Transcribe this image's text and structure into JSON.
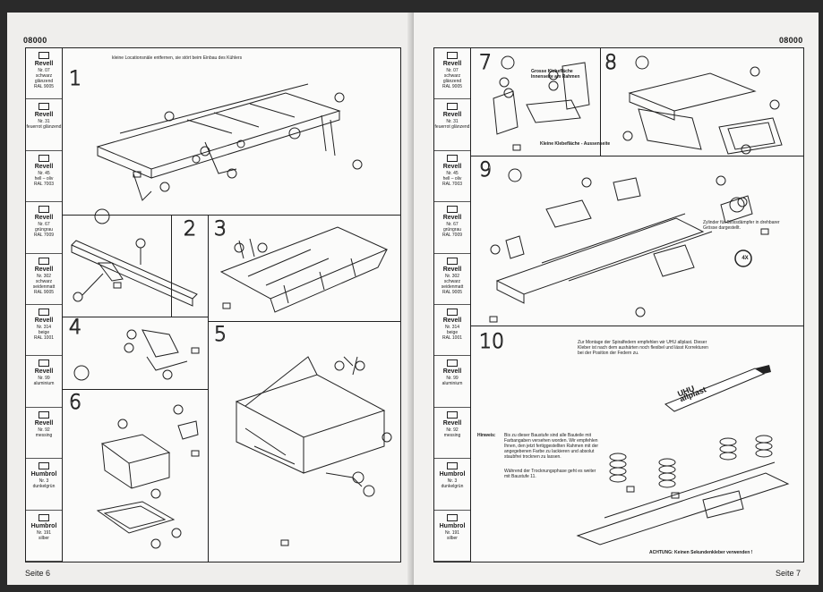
{
  "left_page": {
    "header": "08000",
    "footer": "Seite 6",
    "paints": [
      {
        "brand": "Revell",
        "nr": "Nr. 07",
        "desc": "schwarz glänzend",
        "ral": "RAL 9005"
      },
      {
        "brand": "Revell",
        "nr": "Nr. 31",
        "desc": "feuerrot glänzend",
        "ral": ""
      },
      {
        "brand": "Revell",
        "nr": "Nr. 45",
        "desc": "hell – oliv",
        "ral": "RAL 7003"
      },
      {
        "brand": "Revell",
        "nr": "Nr. 67",
        "desc": "grüngrau",
        "ral": "RAL 7009"
      },
      {
        "brand": "Revell",
        "nr": "Nr. 302",
        "desc": "schwarz seidenmatt",
        "ral": "RAL 9005"
      },
      {
        "brand": "Revell",
        "nr": "Nr. 314",
        "desc": "beige",
        "ral": "RAL 1001"
      },
      {
        "brand": "Revell",
        "nr": "Nr. 99",
        "desc": "aluminium",
        "ral": ""
      },
      {
        "brand": "Revell",
        "nr": "Nr. 92",
        "desc": "messing",
        "ral": ""
      },
      {
        "brand": "Humbrol",
        "nr": "Nr. 3",
        "desc": "dunkelgrün",
        "ral": ""
      },
      {
        "brand": "Humbrol",
        "nr": "Nr. 191",
        "desc": "silber",
        "ral": ""
      }
    ],
    "steps": {
      "s1": {
        "num": "1",
        "note": "kleine Locationsnäle entfernen, sie stört beim Einbau des Kühlers"
      },
      "s2": {
        "num": "2"
      },
      "s3": {
        "num": "3"
      },
      "s4": {
        "num": "4"
      },
      "s5": {
        "num": "5"
      },
      "s6": {
        "num": "6"
      }
    }
  },
  "right_page": {
    "header": "08000",
    "footer": "Seite 7",
    "paints": [
      {
        "brand": "Revell",
        "nr": "Nr. 07",
        "desc": "schwarz glänzend",
        "ral": "RAL 9005"
      },
      {
        "brand": "Revell",
        "nr": "Nr. 31",
        "desc": "feuerrot glänzend",
        "ral": ""
      },
      {
        "brand": "Revell",
        "nr": "Nr. 45",
        "desc": "hell – oliv",
        "ral": "RAL 7003"
      },
      {
        "brand": "Revell",
        "nr": "Nr. 67",
        "desc": "grüngrau",
        "ral": "RAL 7009"
      },
      {
        "brand": "Revell",
        "nr": "Nr. 302",
        "desc": "schwarz seidenmatt",
        "ral": "RAL 9005"
      },
      {
        "brand": "Revell",
        "nr": "Nr. 314",
        "desc": "beige",
        "ral": "RAL 1001"
      },
      {
        "brand": "Revell",
        "nr": "Nr. 99",
        "desc": "aluminium",
        "ral": ""
      },
      {
        "brand": "Revell",
        "nr": "Nr. 92",
        "desc": "messing",
        "ral": ""
      },
      {
        "brand": "Humbrol",
        "nr": "Nr. 3",
        "desc": "dunkelgrün",
        "ral": ""
      },
      {
        "brand": "Humbrol",
        "nr": "Nr. 191",
        "desc": "silber",
        "ral": ""
      }
    ],
    "steps": {
      "s7": {
        "num": "7",
        "glue_large": "Grosse Klebefläche Innenseite am Rahmen",
        "glue_small": "Kleine Klebefläche - Aussenseite"
      },
      "s8": {
        "num": "8"
      },
      "s9": {
        "num": "9",
        "note": "Zylinder für Stossdämpfer in drehbarer Grösse dargestellt.",
        "count": "4X"
      },
      "s10": {
        "num": "10",
        "note": "Zur Montage der Spiralfedern empfehlen wir UHU allplast. Dieser Kleber ist nach dem aushärten noch flexibel und lässt Korrekturen bei der Position der Federn zu.",
        "tube_label": "UHU allplast",
        "hint_label": "Hinweis:",
        "hint": "Bis zu dieser Baustufe sind alle Bauteile mit Farbangaben versehen worden. Wir empfehlen Ihnen, den jetzt fertiggestellten Rahmen mit der angegebenen Farbe zu lackieren und absolut staubfrei trocknen zu lassen.",
        "hint2": "Während der Trocknungsphase geht es weiter mit Baustufe 11.",
        "warning": "ACHTUNG: Keinen Sekundenkleber verwenden !"
      }
    }
  },
  "colors": {
    "ink": "#1a1a1a",
    "paper": "#efeeec",
    "background": "#2a2a2a"
  }
}
